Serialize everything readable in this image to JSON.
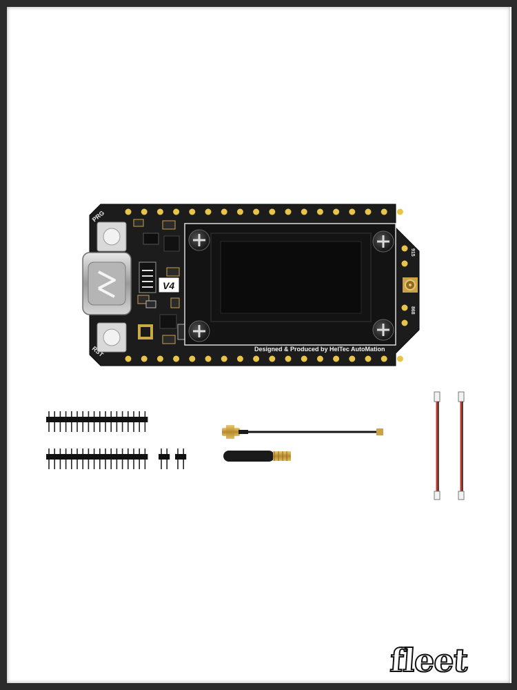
{
  "board": {
    "prg_label": "PRG",
    "rst_label": "RST",
    "version_label": "V4",
    "credit_text": "Designed & Produced by HelTec AutoMation",
    "chip_text_a": "915",
    "chip_text_b": "868"
  },
  "watermark": {
    "text": "fleet"
  },
  "colors": {
    "pcb": "#1c1c1c",
    "gold_pad": "#e8c44a",
    "oled": "#0c0c0c",
    "brass": "#c9a24a",
    "cable_red": "#c0392b",
    "background": "#ffffff"
  },
  "icons": [
    "usb-c-port-icon",
    "screw-icon",
    "button-icon",
    "antenna-icon",
    "pin-header-icon",
    "cable-icon"
  ]
}
